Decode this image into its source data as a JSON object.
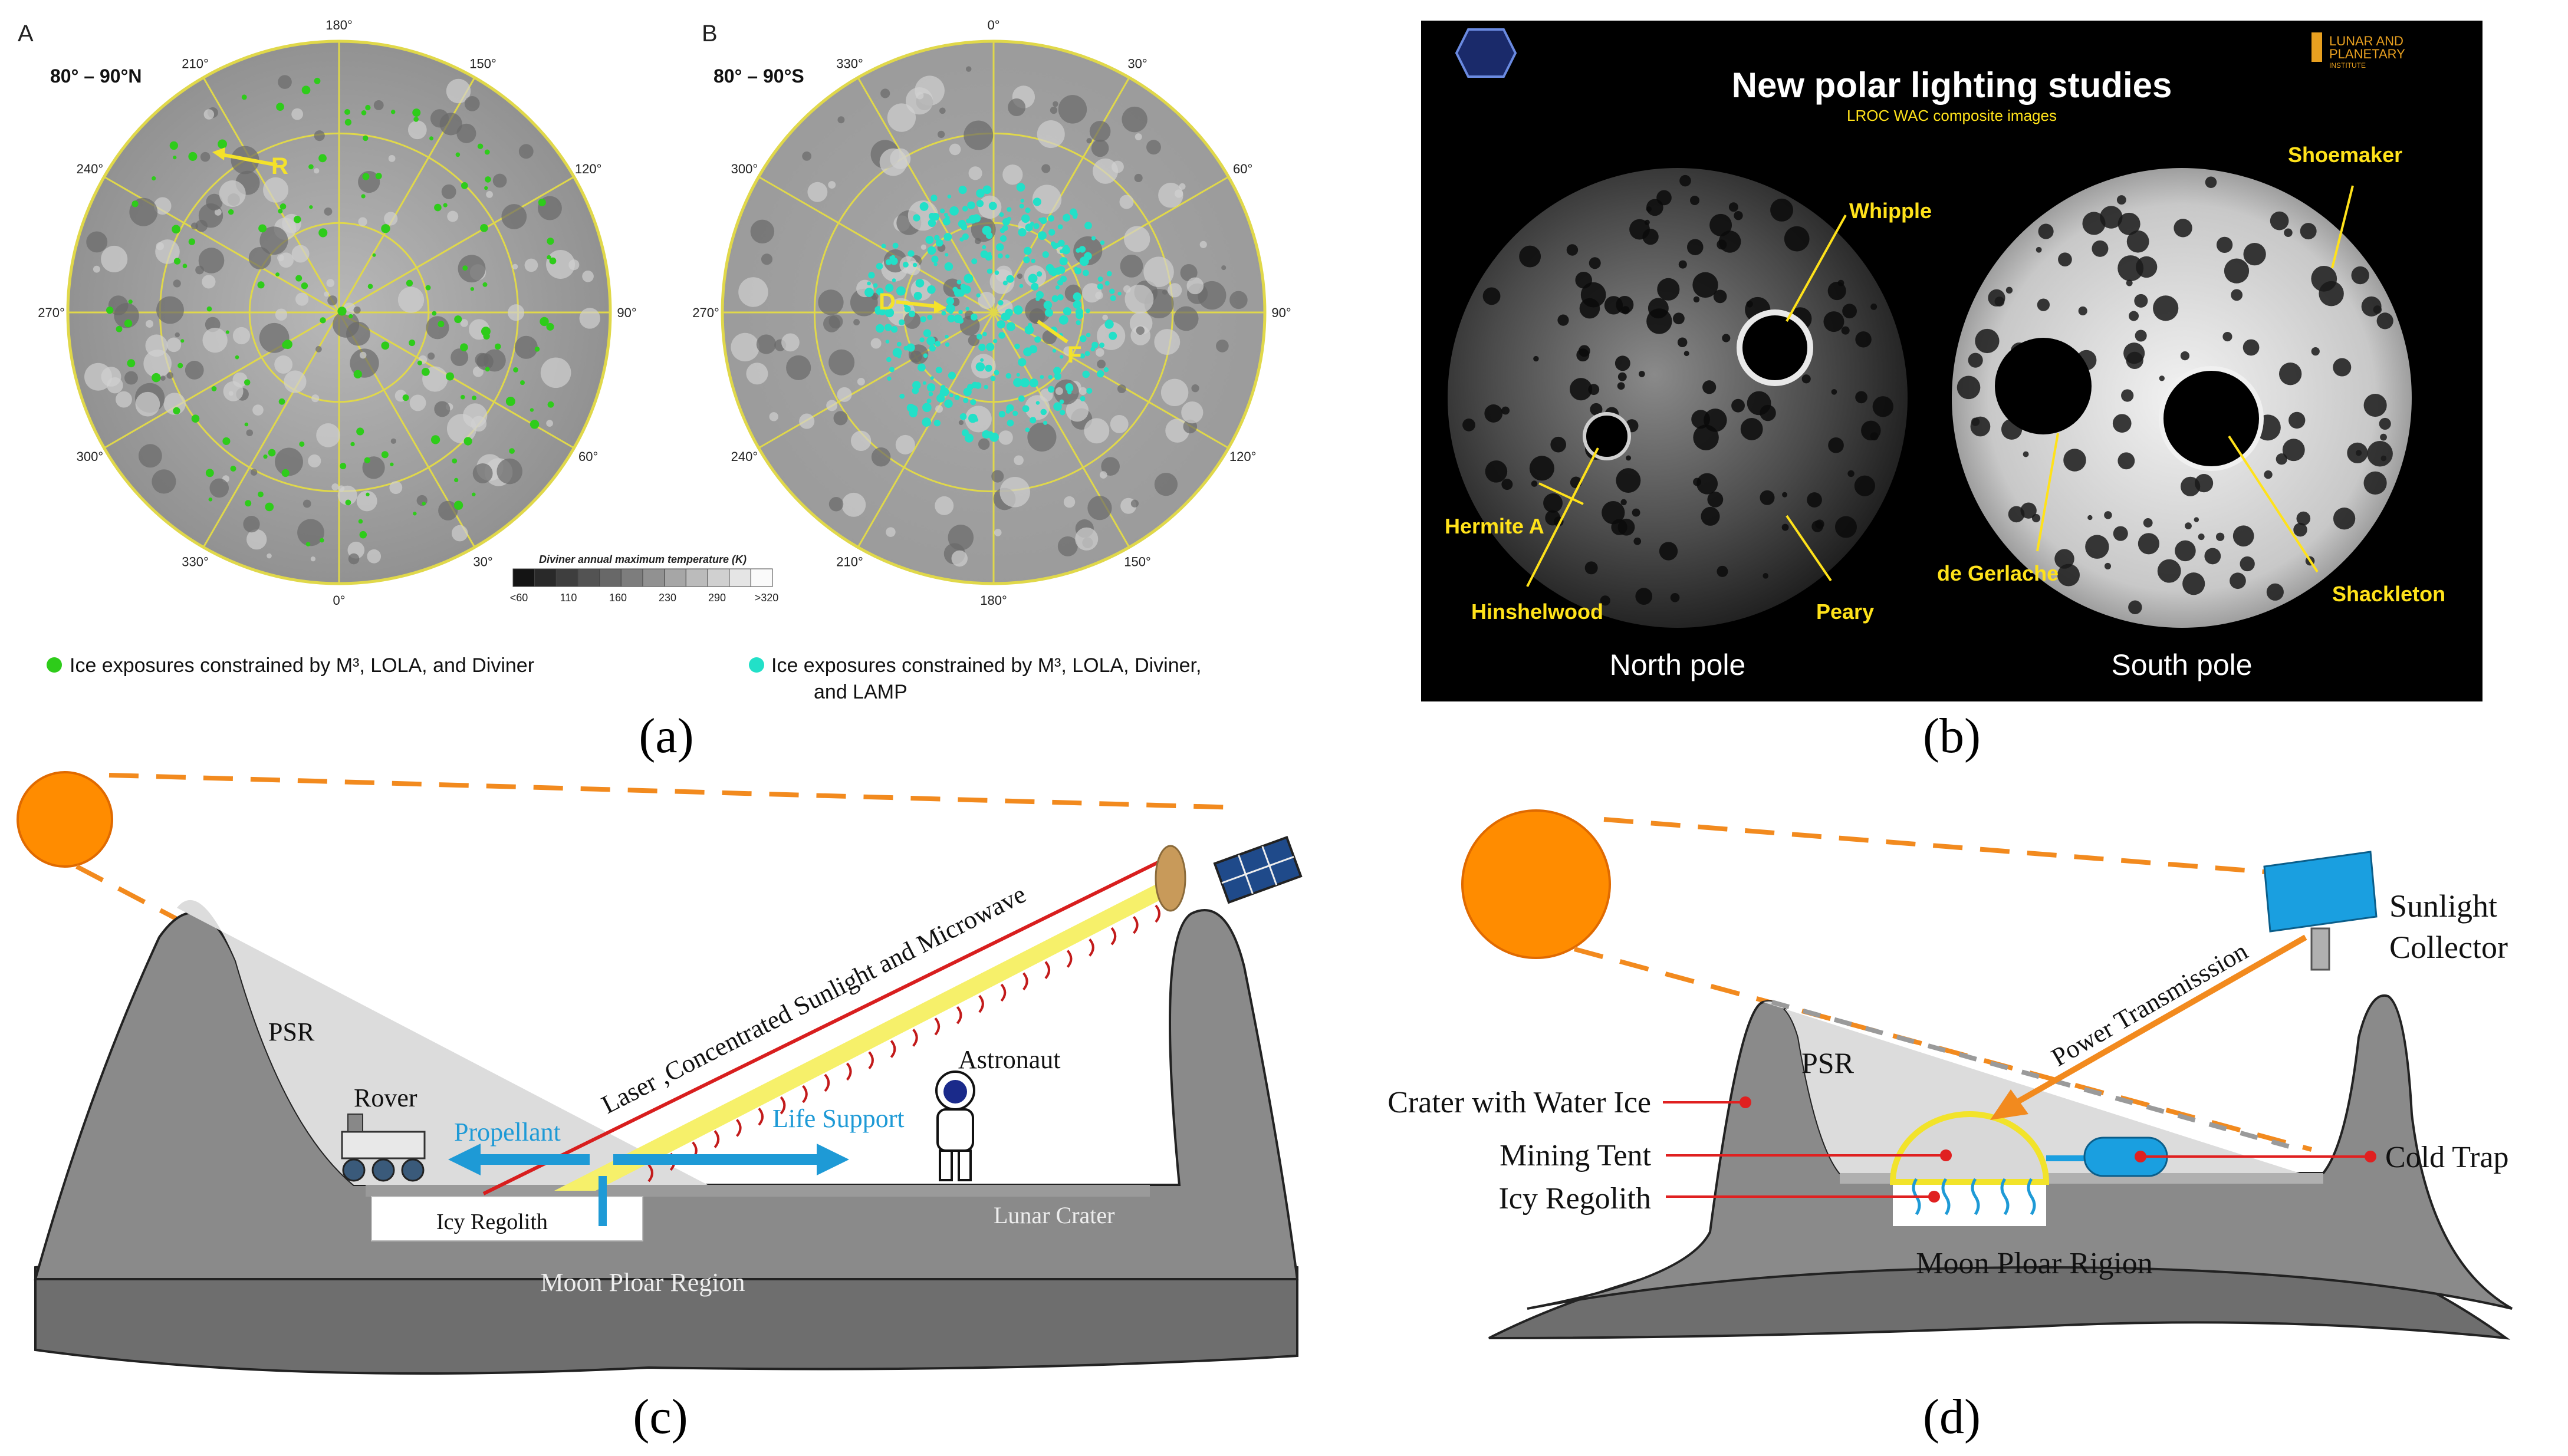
{
  "panel_a": {
    "caption": "(a)",
    "north": {
      "letter": "A",
      "range": "80° – 90°N",
      "marker": "R",
      "lon_labels": [
        "180°",
        "150°",
        "120°",
        "90°",
        "60°",
        "30°",
        "0°",
        "330°",
        "300°",
        "270°",
        "240°",
        "210°"
      ]
    },
    "south": {
      "letter": "B",
      "range": "80° – 90°S",
      "markers": [
        "D",
        "F"
      ],
      "lon_labels": [
        "0°",
        "30°",
        "60°",
        "90°",
        "120°",
        "150°",
        "180°",
        "210°",
        "240°",
        "270°",
        "300°",
        "330°"
      ]
    },
    "colorbar": {
      "title": "Diviner annual maximum temperature (K)",
      "ticks": [
        "<60",
        "110",
        "160",
        "230",
        "290",
        ">320"
      ]
    },
    "legend_north": "Ice exposures constrained by M³, LOLA, and Diviner",
    "legend_south_1": "Ice exposures constrained by M³, LOLA, Diviner,",
    "legend_south_2": "and LAMP",
    "colors": {
      "north_ice": "#2ecc1a",
      "south_ice": "#22e0c8",
      "grid": "#e0d84a"
    }
  },
  "panel_b": {
    "caption": "(b)",
    "title": "New polar lighting studies",
    "subtitle": "LROC WAC composite images",
    "logo_1": "LUNAR AND",
    "logo_2": "PLANETARY",
    "logo_3": "INSTITUTE",
    "labels": {
      "whipple": "Whipple",
      "hermite": "Hermite A",
      "hinshelwood": "Hinshelwood",
      "peary": "Peary",
      "shoemaker": "Shoemaker",
      "degerlache": "de Gerlache",
      "shackleton": "Shackleton"
    },
    "north_pole": "North pole",
    "south_pole": "South pole",
    "colors": {
      "label": "#ffe21a",
      "background": "#000000"
    }
  },
  "panel_c": {
    "caption": "(c)",
    "psr": "PSR",
    "rover": "Rover",
    "propellant": "Propellant",
    "life_support": "Life Support",
    "astronaut": "Astronaut",
    "beam": "Laser ,Concentrated Sunlight and Microwave",
    "icy_regolith": "Icy Regolith",
    "lunar_crater": "Lunar Crater",
    "region": "Moon Ploar Region",
    "colors": {
      "sun": "#ff8c00",
      "arrow": "#1e9ad6",
      "laser": "#d81e1e",
      "beam": "#f6f06a",
      "ground": "#8a8a8a"
    }
  },
  "panel_d": {
    "caption": "(d)",
    "psr": "PSR",
    "power": "Power Transmisssion",
    "collector_1": "Sunlight",
    "collector_2": "Collector",
    "crater_ice": "Crater with Water Ice",
    "mining_tent": "Mining Tent",
    "icy_regolith": "Icy Regolith",
    "cold_trap": "Cold Trap",
    "region": "Moon Ploar  Rigion",
    "colors": {
      "sun": "#ff8c00",
      "collector": "#1a9fe0",
      "pointer": "#e02020",
      "tent": "#f2e32a"
    }
  }
}
